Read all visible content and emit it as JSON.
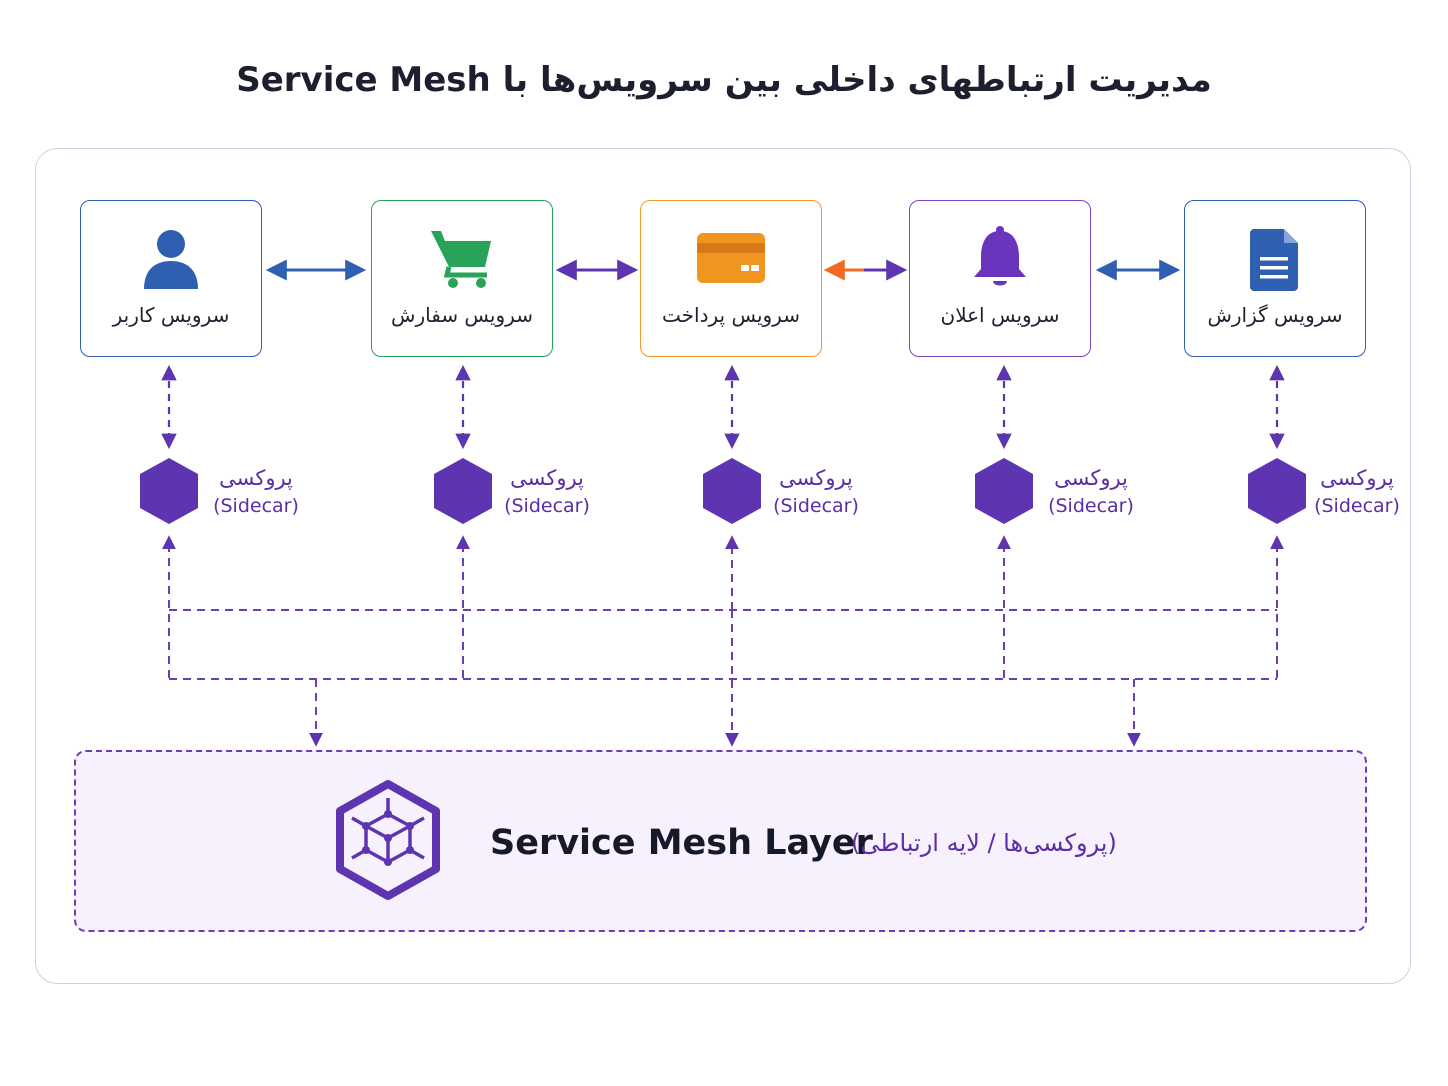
{
  "title": "مدیریت ارتباطهای داخلی بین سرویس‌ها با Service Mesh",
  "services": [
    {
      "label": "سرویس کاربر",
      "icon": "user-icon",
      "color": "#2f5fb0"
    },
    {
      "label": "سرویس سفارش",
      "icon": "cart-icon",
      "color": "#27a35a"
    },
    {
      "label": "سرویس پرداخت",
      "icon": "credit-card-icon",
      "color": "#f29a2e"
    },
    {
      "label": "سرویس اعلان",
      "icon": "bell-icon",
      "color": "#7b46c6"
    },
    {
      "label": "سرویس گزارش",
      "icon": "document-icon",
      "color": "#2f5fb0"
    }
  ],
  "proxies": [
    {
      "label": "پروکسی",
      "sublabel": "(Sidecar)"
    },
    {
      "label": "پروکسی",
      "sublabel": "(Sidecar)"
    },
    {
      "label": "پروکسی",
      "sublabel": "(Sidecar)"
    },
    {
      "label": "پروکسی",
      "sublabel": "(Sidecar)"
    },
    {
      "label": "پروکسی",
      "sublabel": "(Sidecar)"
    }
  ],
  "mesh_layer": {
    "title": "Service Mesh Layer",
    "subtitle": "(پروکسی‌ها / لایه ارتباطی)",
    "icon": "cube-hexagon-icon"
  },
  "colors": {
    "purple": "#5e35b1",
    "blue": "#2f5fb0",
    "orange": "#f06a23",
    "frame": "#c9d1e2"
  }
}
